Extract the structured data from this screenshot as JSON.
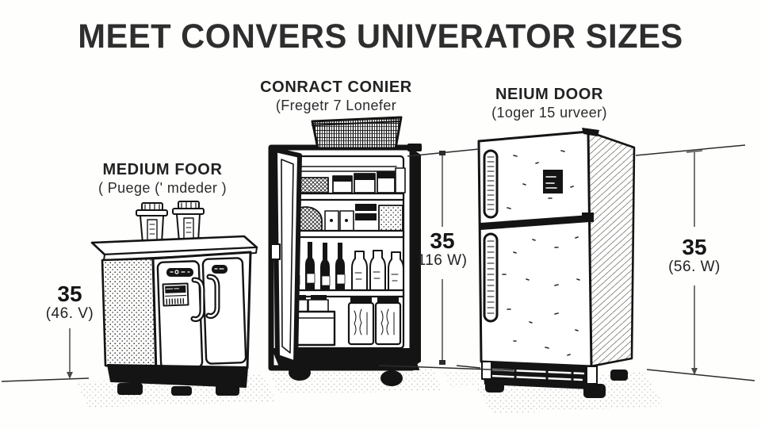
{
  "title": "MEET CONVERS UNIVERATOR SIZES",
  "appliances": [
    {
      "label": "MEDIUM FOOR",
      "sublabel": "( Puege (' mdeder )",
      "height_value": "35",
      "height_note": "(46. V)"
    },
    {
      "label": "CONRACT CONIER",
      "sublabel": "(Fregetr 7 Lonefer",
      "height_value": "35",
      "height_note": "116 W)"
    },
    {
      "label": "NEIUM DOOR",
      "sublabel": "(1oger 15 urveer)",
      "height_value": "35",
      "height_note": "(56. W)"
    }
  ],
  "colors": {
    "ink": "#141414",
    "title_text": "#2e2e2e",
    "background": "#fefefd",
    "dimension_line": "#4a4a4a"
  }
}
